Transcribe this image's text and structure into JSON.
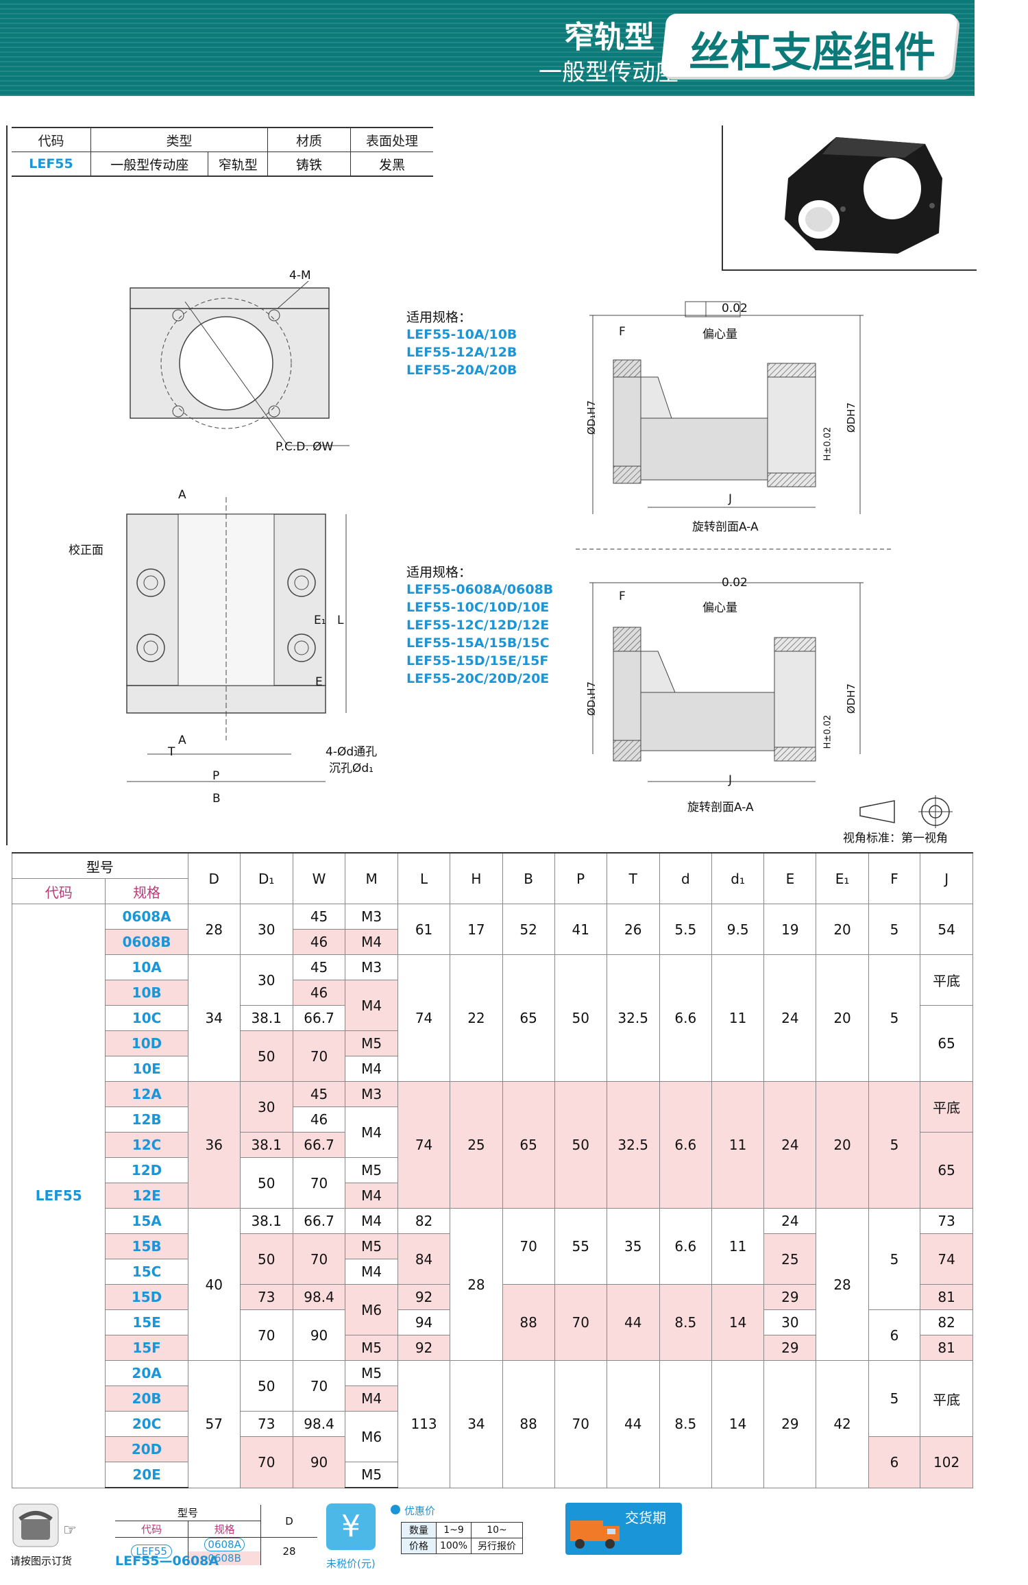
{
  "header": {
    "sub_title": "窄轨型",
    "sub_sub_title": "一般型传动座",
    "main_title": "丝杠支座组件"
  },
  "spec_table": {
    "headers": [
      "代码",
      "类型",
      "材质",
      "表面处理"
    ],
    "row": [
      "LEF55",
      "一般型传动座",
      "窄轨型",
      "铸铁",
      "发黑"
    ]
  },
  "drawing": {
    "label_4m": "4-M",
    "label_pcd": "P.C.D. ØW",
    "label_a": "A",
    "label_ref_face": "校正面",
    "label_e1": "E₁",
    "label_l": "L",
    "label_e": "E",
    "label_t": "T",
    "label_p": "P",
    "label_b": "B",
    "label_hole": "4-Ød通孔",
    "label_counterbore": "沉孔Ød₁",
    "label_f": "F",
    "label_j": "J",
    "label_tol": "0.02",
    "label_ecc": "偏心量",
    "label_d_left": "ØD₁H7",
    "label_d_right": "ØDH7",
    "label_h": "H±0.02",
    "label_section": "旋转剖面A-A",
    "view_standard": "视角标准：第一视角"
  },
  "applicable_1": {
    "title": "适用规格：",
    "items": [
      "LEF55-10A/10B",
      "LEF55-12A/12B",
      "LEF55-20A/20B"
    ]
  },
  "applicable_2": {
    "title": "适用规格：",
    "items": [
      "LEF55-0608A/0608B",
      "LEF55-10C/10D/10E",
      "LEF55-12C/12D/12E",
      "LEF55-15A/15B/15C",
      "LEF55-15D/15E/15F",
      "LEF55-20C/20D/20E"
    ]
  },
  "main_table": {
    "group_header": "型号",
    "sub_headers": [
      "代码",
      "规格"
    ],
    "columns": [
      "D",
      "D₁",
      "W",
      "M",
      "L",
      "H",
      "B",
      "P",
      "T",
      "d",
      "d₁",
      "E",
      "E₁",
      "F",
      "J"
    ],
    "code": "LEF55",
    "specs": [
      "0608A",
      "0608B",
      "10A",
      "10B",
      "10C",
      "10D",
      "10E",
      "12A",
      "12B",
      "12C",
      "12D",
      "12E",
      "15A",
      "15B",
      "15C",
      "15D",
      "15E",
      "15F",
      "20A",
      "20B",
      "20C",
      "20D",
      "20E"
    ],
    "values": {
      "D": [
        "28",
        "34",
        "36",
        "40",
        "57"
      ],
      "D1": [
        "30",
        "30",
        "38.1",
        "50",
        "30",
        "38.1",
        "50",
        "38.1",
        "50",
        "73",
        "70",
        "50",
        "73",
        "70"
      ],
      "W": [
        "45",
        "46",
        "45",
        "46",
        "66.7",
        "70",
        "45",
        "46",
        "66.7",
        "70",
        "66.7",
        "70",
        "98.4",
        "90",
        "70",
        "98.4",
        "90"
      ],
      "M": [
        "M3",
        "M4",
        "M3",
        "M4",
        "M5",
        "M4",
        "M3",
        "M4",
        "M5",
        "M4",
        "M4",
        "M5",
        "M4",
        "M6",
        "M5",
        "M5",
        "M4",
        "M6",
        "M5"
      ],
      "L": [
        "61",
        "74",
        "74",
        "82",
        "84",
        "92",
        "94",
        "92",
        "113"
      ],
      "H": [
        "17",
        "22",
        "25",
        "28",
        "34"
      ],
      "B": [
        "52",
        "65",
        "65",
        "70",
        "88",
        "88"
      ],
      "P": [
        "41",
        "50",
        "50",
        "55",
        "70",
        "70"
      ],
      "T": [
        "26",
        "32.5",
        "32.5",
        "35",
        "44",
        "44"
      ],
      "d": [
        "5.5",
        "6.6",
        "6.6",
        "6.6",
        "8.5",
        "8.5"
      ],
      "d1": [
        "9.5",
        "11",
        "11",
        "11",
        "14",
        "14"
      ],
      "E": [
        "19",
        "24",
        "24",
        "24",
        "25",
        "29",
        "30",
        "29",
        "29"
      ],
      "E1": [
        "20",
        "20",
        "20",
        "28",
        "42"
      ],
      "F": [
        "5",
        "5",
        "5",
        "5",
        "6",
        "5",
        "6"
      ],
      "J": [
        "54",
        "平底",
        "65",
        "平底",
        "65",
        "73",
        "74",
        "81",
        "82",
        "81",
        "平底",
        "102"
      ]
    }
  },
  "footer": {
    "order_hint": "请按图示订货",
    "mini_group": "型号",
    "mini_code": "代码",
    "mini_spec": "规格",
    "mini_d": "D",
    "mini_code_val": "LEF55",
    "mini_spec_a": "0608A",
    "mini_spec_b": "0608B",
    "mini_d_val": "28",
    "order_example": "LEF55—0608A",
    "price_label": "未税价(元)",
    "discount": "优惠价",
    "qty_label": "数量",
    "qty_1": "1~9",
    "qty_2": "10~",
    "price_row": "价格",
    "price_1": "100%",
    "price_2": "另行报价",
    "delivery": "交货期"
  },
  "colors": {
    "header_teal": "#0c7a78",
    "row_pink": "#fbdcdc",
    "accent_blue": "#1a96d8",
    "code_pink": "#b83a78"
  }
}
